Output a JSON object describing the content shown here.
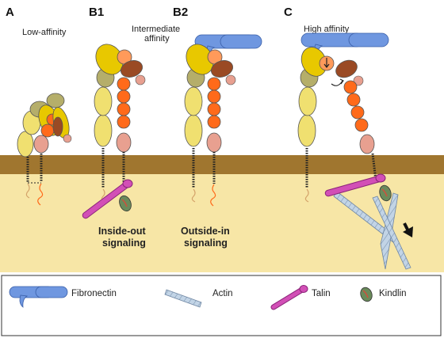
{
  "panels": {
    "a": {
      "letter": "A",
      "label": "Low-affinity"
    },
    "b1": {
      "letter": "B1",
      "signal_line1": "Inside-out",
      "signal_line2": "signaling"
    },
    "b2": {
      "letter": "B2",
      "label_line1": "Intermediate",
      "label_line2": "affinity",
      "signal_line1": "Outside-in",
      "signal_line2": "signaling"
    },
    "c": {
      "letter": "C",
      "label": "High affinity"
    }
  },
  "legend": {
    "fibronectin": "Fibronectin",
    "actin": "Actin",
    "talin": "Talin",
    "kindlin": "Kindlin"
  },
  "colors": {
    "extracellular": "#ffffff",
    "membrane": "#a0762f",
    "cytoplasm": "#f7e6a6",
    "alpha_subunit": "#f0e070",
    "alpha_head": "#e8c800",
    "alpha_dark": "#b5ae6a",
    "beta_domain": "#ff6a1a",
    "beta_brown": "#9a4a24",
    "beta_light": "#e8a090",
    "fibronectin": "#6f97e0",
    "actin": "#b8cce0",
    "talin": "#d24fb6",
    "kindlin": "#6a8a5a"
  }
}
